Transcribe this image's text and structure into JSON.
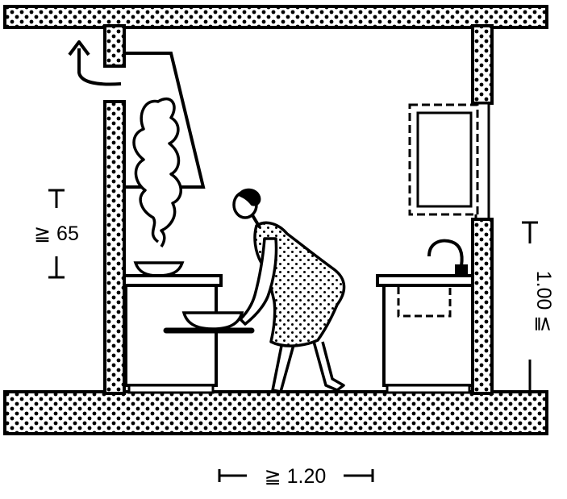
{
  "dimensions": {
    "hood_height": "≧ 65",
    "counter_height": "1.00 ≦",
    "aisle_width": "≧ 1.20"
  },
  "colors": {
    "ink": "#000000",
    "paper": "#ffffff"
  }
}
